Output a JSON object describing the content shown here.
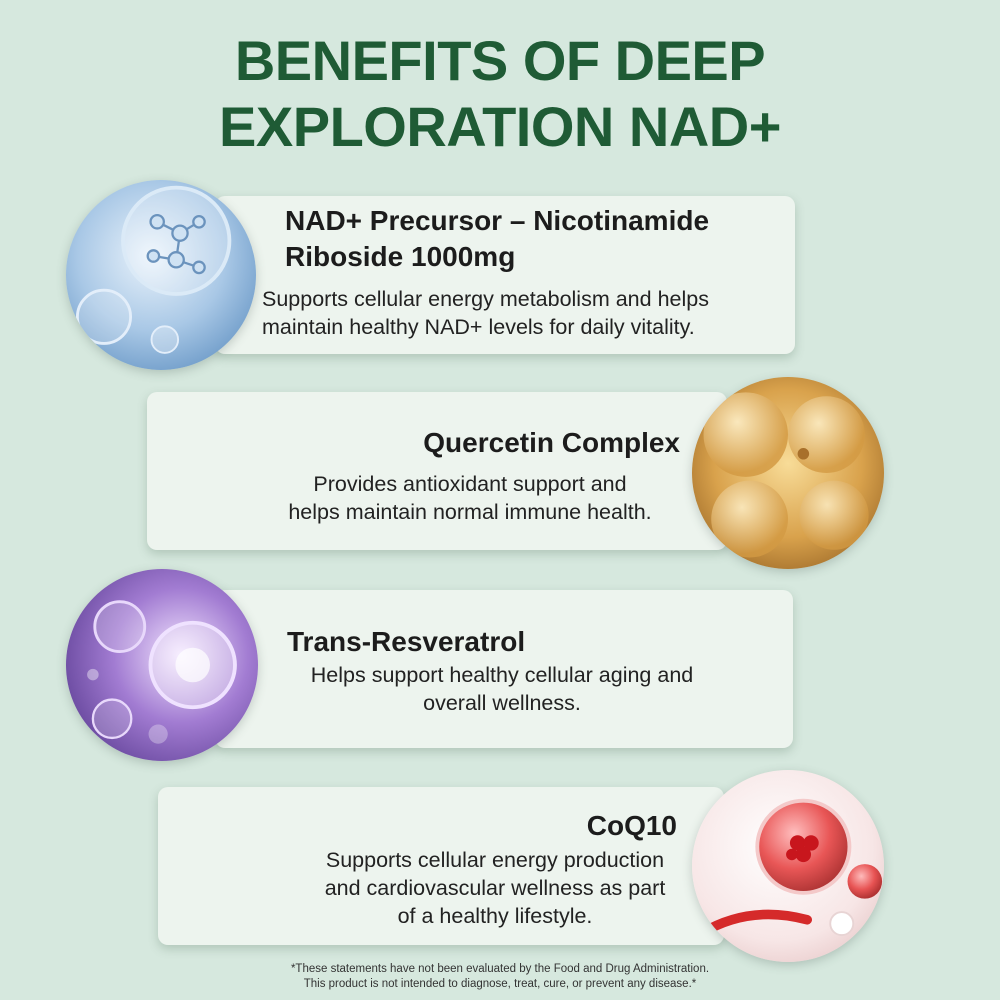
{
  "header": {
    "title_line1": "BENEFITS OF DEEP",
    "title_line2": "EXPLORATION NAD+"
  },
  "benefits": [
    {
      "title_line1": "NAD+ Precursor – Nicotinamide",
      "title_line2": "Riboside 1000mg",
      "desc_line1": "Supports cellular energy metabolism and helps",
      "desc_line2": "maintain healthy NAD+ levels for daily vitality.",
      "image_icon": "blue-molecule-bubble-icon"
    },
    {
      "title_line1": "Quercetin Complex",
      "desc_line1": "Provides antioxidant support and",
      "desc_line2": "helps maintain normal immune health.",
      "image_icon": "golden-oil-bubbles-icon"
    },
    {
      "title_line1": "Trans-Resveratrol",
      "desc_line1": "Helps support healthy cellular aging and",
      "desc_line2": "overall wellness.",
      "image_icon": "purple-bubbles-icon"
    },
    {
      "title_line1": "CoQ10",
      "desc_line1": "Supports cellular energy production",
      "desc_line2": "and cardiovascular wellness as part",
      "desc_line3": "of a healthy lifestyle.",
      "image_icon": "red-capsule-icon"
    }
  ],
  "disclaimer": {
    "line1": "*These statements have not been evaluated by the Food and Drug Administration.",
    "line2": "This product is not intended to diagnose, treat, cure, or prevent any disease.*"
  },
  "colors": {
    "background": "#d6e8de",
    "title": "#1f5b35",
    "card": "#edf4ee"
  }
}
